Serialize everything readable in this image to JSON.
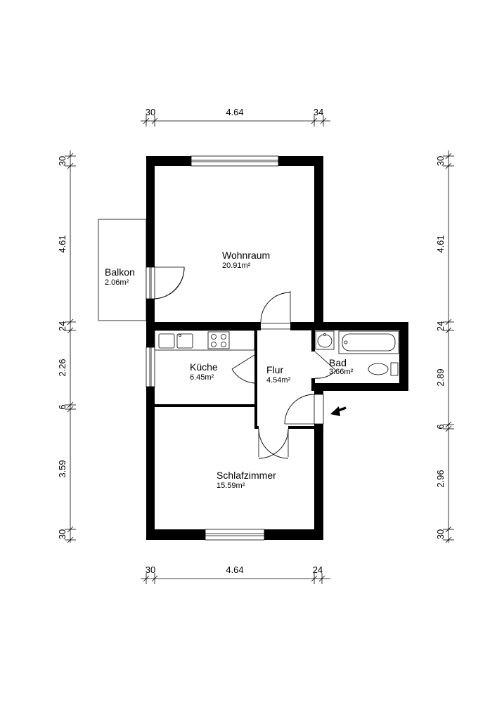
{
  "rooms": {
    "wohnraum": {
      "name": "Wohnraum",
      "area": "20.91m²"
    },
    "balkon": {
      "name": "Balkon",
      "area": "2.06m²"
    },
    "kueche": {
      "name": "Küche",
      "area": "6.45m²"
    },
    "flur": {
      "name": "Flur",
      "area": "4.54m²"
    },
    "bad": {
      "name": "Bad",
      "area": "3.66m²"
    },
    "schlafzimmer": {
      "name": "Schlafzimmer",
      "area": "15.59m²"
    }
  },
  "dimensions": {
    "top": [
      "30",
      "4.64",
      "34"
    ],
    "bottom": [
      "30",
      "4.64",
      "24"
    ],
    "left": [
      "30",
      "4.61",
      "24",
      "2.26",
      "6",
      "3.59",
      "30"
    ],
    "right": [
      "30",
      "4.61",
      "24",
      "2.89",
      "6",
      "2.96",
      "30"
    ]
  },
  "icons": {
    "entrance": "entrance-arrow-icon"
  }
}
